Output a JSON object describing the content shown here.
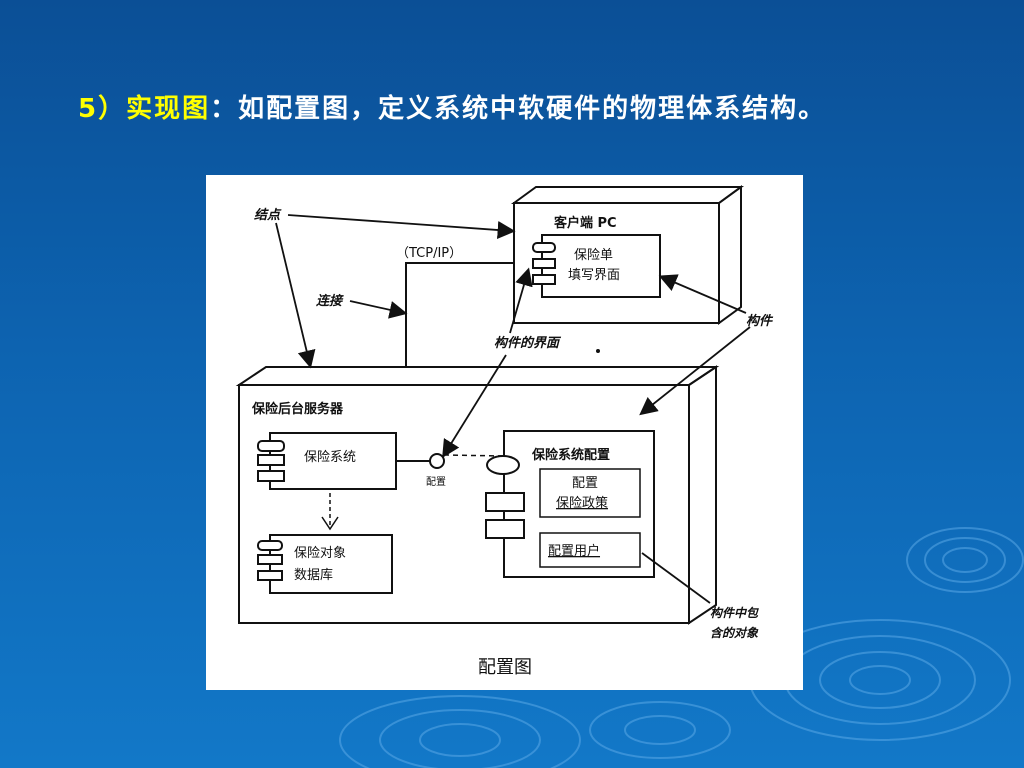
{
  "slide": {
    "title_prefix": "5）实现图",
    "title_rest": "：如配置图，定义系统中软硬件的物理体系结构。"
  },
  "diagram": {
    "client_node": "客户端 PC",
    "client_component": [
      "保险单",
      "填写界面"
    ],
    "protocol": "（TCP/IP）",
    "server_node": "保险后台服务器",
    "insurance_system": "保险系统",
    "interface_label": "配置",
    "config_component": "保险系统配置",
    "config_policy": [
      "配置",
      "保险政策"
    ],
    "config_user": "配置用户",
    "database": [
      "保险对象",
      "数据库"
    ],
    "annotations": {
      "node": "结点",
      "connection": "连接",
      "component_interface": "构件的界面",
      "component": "构件",
      "contained_objects": [
        "构件中包",
        "含的对象"
      ]
    },
    "caption": "配置图"
  },
  "colors": {
    "title_highlight": "#ffff00",
    "title_text": "#ffffff",
    "background": "#0d63b0"
  }
}
